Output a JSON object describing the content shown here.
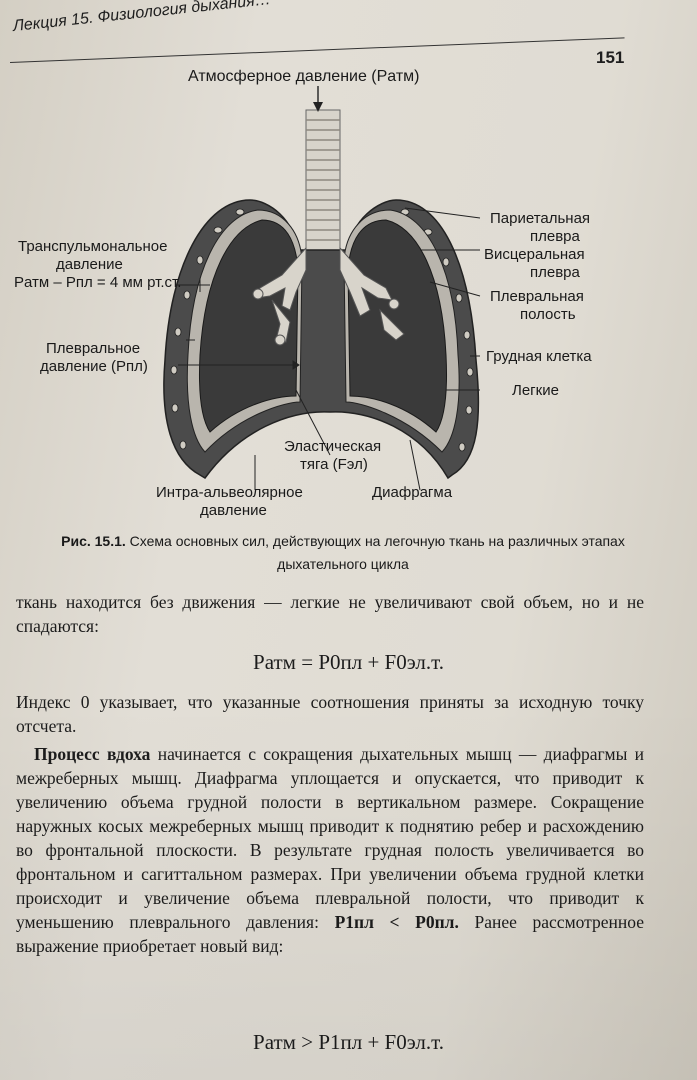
{
  "header": {
    "running_head": "Лекция 15. Физиология дыхания…",
    "page_number": "151"
  },
  "figure": {
    "labels": {
      "atm_pressure": "Атмосферное давление (Pатм)",
      "transpulmonary_1": "Транспульмональное",
      "transpulmonary_2": "давление",
      "transpulmonary_formula": "Pатм – Pпл = 4 мм рт.ст.",
      "pleural_pressure_1": "Плевральное",
      "pleural_pressure_2": "давление (Pпл)",
      "parietal_1": "Париетальная",
      "parietal_2": "плевра",
      "visceral_1": "Висцеральная",
      "visceral_2": "плевра",
      "pleural_cavity_1": "Плевральная",
      "pleural_cavity_2": "полость",
      "chest": "Грудная клетка",
      "lungs": "Легкие",
      "elastic_1": "Эластическая",
      "elastic_2": "тяга (Fэл)",
      "intra_1": "Интра-альвеолярное",
      "intra_2": "давление",
      "diaphragm": "Диафрагма"
    },
    "caption_prefix": "Рис. 15.1.",
    "caption_text": "Схема основных сил, действующих на легочную ткань на различных этапах дыхательного цикла"
  },
  "body": {
    "p1": "ткань находится без движения — легкие не увеличивают свой объем, но и не спадаются:",
    "formula1": "Pатм = P0пл + F0эл.т.",
    "p2": "Индекс 0 указывает, что указанные соотношения приняты за исходную точку отсчета.",
    "p3_bold": "Процесс вдоха",
    "p3_text": " начинается с сокращения дыхательных мышц — диафрагмы и межреберных мышц. Диафрагма уплощается и опускается, что приводит к увеличению объема грудной полости в вертикальном размере. Сокращение наружных косых межреберных мышц приводит к поднятию ребер и расхождению во фронтальной плоскости. В результате грудная полость увеличивается во фронтальном и сагиттальном размерах. При увеличении объема грудной клетки происходит и увеличение объема плевральной полости, что приводит к уменьшению плеврального давления:",
    "p3_inline_formula": "P1пл < P0пл.",
    "p3_tail": " Ранее рассмотренное выражение приобретает новый вид:",
    "formula2": "Pатм > P1пл + F0эл.т."
  },
  "colors": {
    "lung_dark": "#3a3a3a",
    "pleura_light": "#b9b5ad",
    "chest_wall": "#555555",
    "bronchi": "#d8d4cb"
  }
}
